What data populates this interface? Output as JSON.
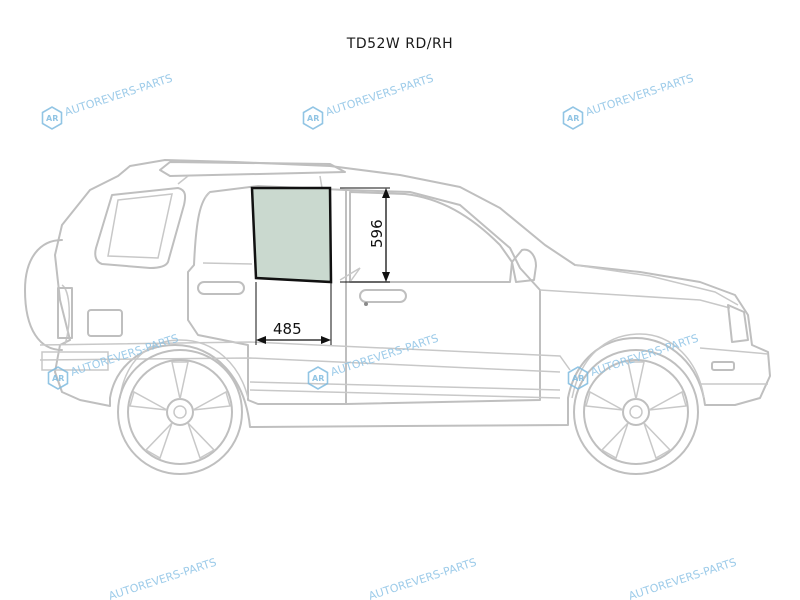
{
  "title": "TD52W RD/RH",
  "glass": {
    "fill_color": "#cad9cf",
    "outline_color": "#111111"
  },
  "dimensions": {
    "height_label": "596",
    "width_label": "485"
  },
  "watermark": {
    "brand_text": "AUTOREVERS-PARTS",
    "logo_text": "AR",
    "color": "#8cc3e6"
  }
}
